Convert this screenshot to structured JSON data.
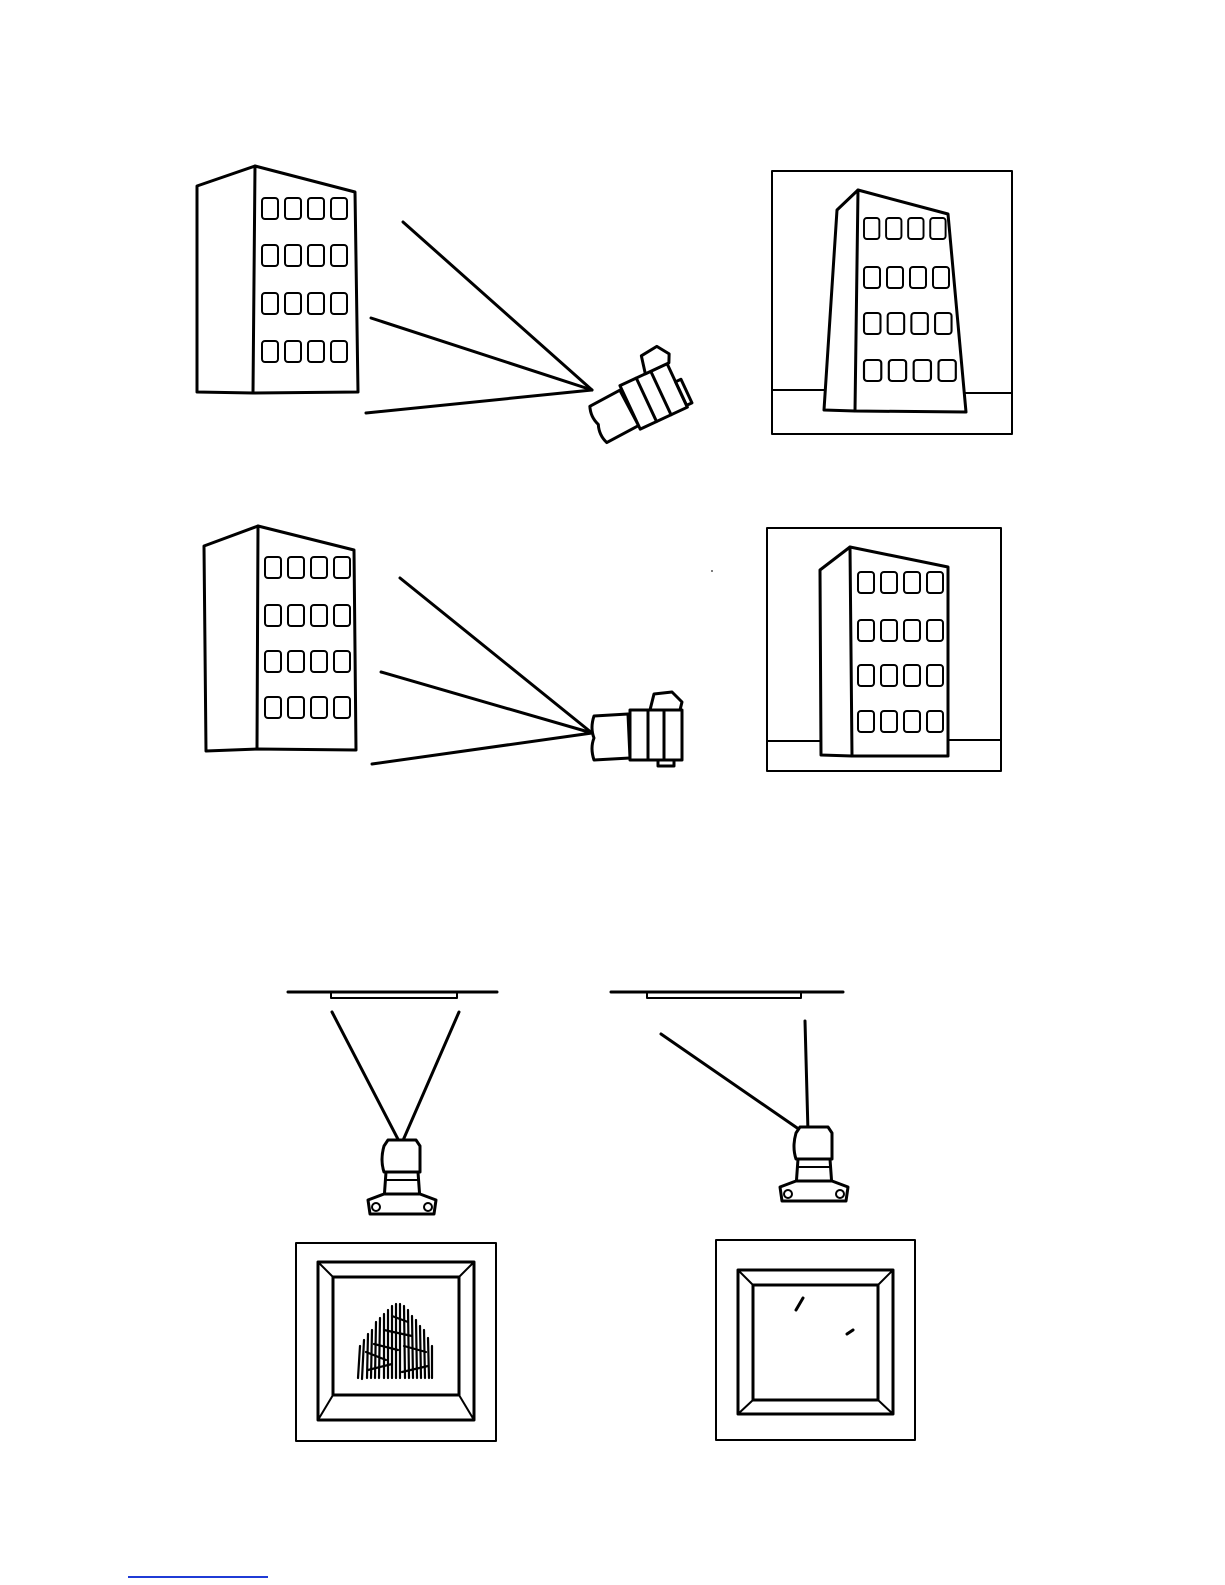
{
  "figure": {
    "ink_color": "#000000",
    "background_color": "#ffffff",
    "link_underline_color": "#1f3bd6"
  },
  "scenes": [
    {
      "id": "tilted-camera-building",
      "subject": "building",
      "camera": "camera-tilted-up",
      "result": "converging-verticals-photo"
    },
    {
      "id": "level-camera-building",
      "subject": "building",
      "camera": "camera-level",
      "result": "parallel-verticals-photo"
    },
    {
      "id": "centered-camera-frame",
      "subject": "framed-picture-on-wall",
      "camera": "camera-straight-on",
      "result": "picture-visible-in-frame"
    },
    {
      "id": "offset-camera-frame",
      "subject": "framed-picture-on-wall",
      "camera": "camera-angled",
      "result": "reflections-in-frame"
    }
  ]
}
